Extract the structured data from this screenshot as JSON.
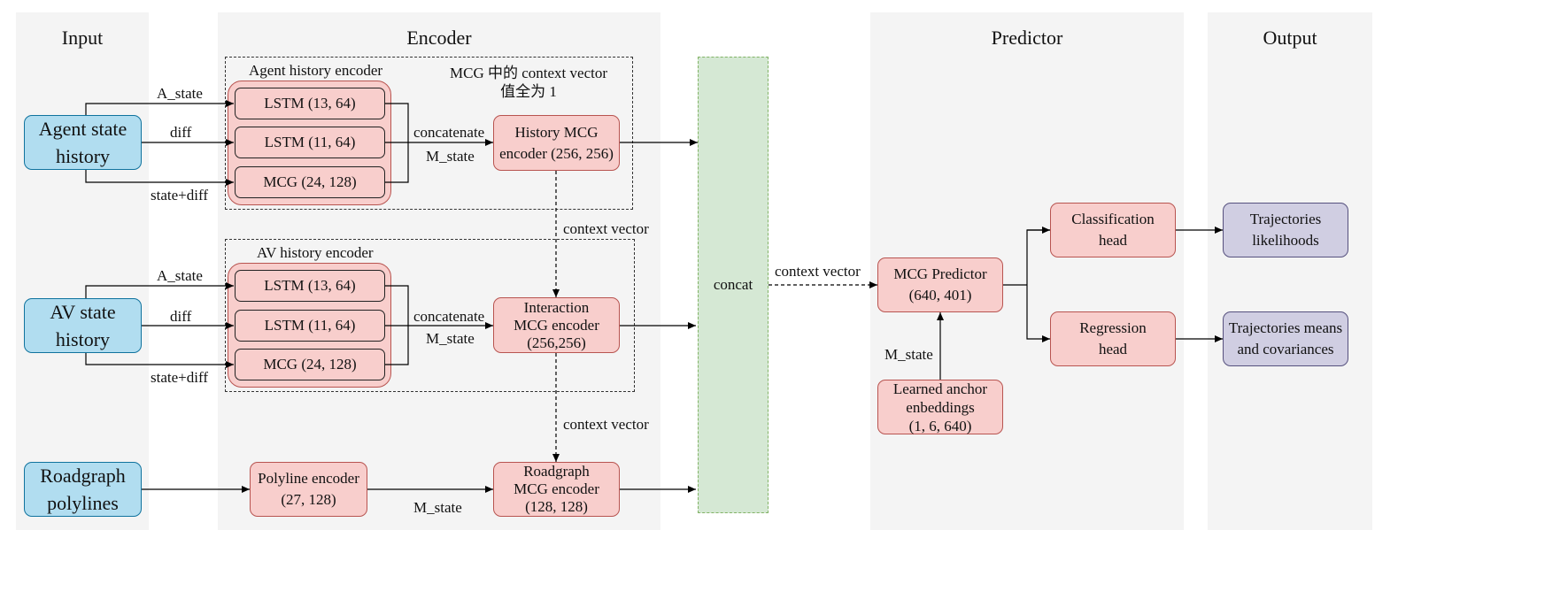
{
  "panels": {
    "input": "Input",
    "encoder": "Encoder",
    "predictor": "Predictor",
    "output": "Output"
  },
  "inputs": {
    "agent": "Agent state\nhistory",
    "av": "AV state\nhistory",
    "road": "Roadgraph\npolylines"
  },
  "agent_encoder": {
    "title": "Agent history encoder",
    "lstm1": "LSTM (13, 64)",
    "lstm2": "LSTM (11, 64)",
    "mcg": "MCG (24, 128)",
    "history_mcg": "History MCG\nencoder (256, 256)",
    "note": "MCG 中的 context vector\n值全为 1"
  },
  "av_encoder": {
    "title": "AV history encoder",
    "lstm1": "LSTM (13, 64)",
    "lstm2": "LSTM (11, 64)",
    "mcg": "MCG (24, 128)",
    "interaction_mcg": "Interaction\nMCG encoder\n(256,256)"
  },
  "road_encoder": {
    "polyline": "Polyline encoder\n(27, 128)",
    "roadgraph_mcg": "Roadgraph\nMCG encoder\n(128, 128)"
  },
  "edge_labels": {
    "a_state": "A_state",
    "diff": "diff",
    "state_diff": "state+diff",
    "concatenate": "concatenate",
    "m_state": "M_state",
    "context_vector": "context vector"
  },
  "concat": "concat",
  "predictor": {
    "mcg_predictor": "MCG Predictor\n(640, 401)",
    "anchors": "Learned anchor\nenbeddings\n(1, 6, 640)",
    "classification": "Classification\nhead",
    "regression": "Regression\nhead"
  },
  "outputs": {
    "likelihoods": "Trajectories\nlikelihoods",
    "means": "Trajectories means\nand covariances"
  }
}
